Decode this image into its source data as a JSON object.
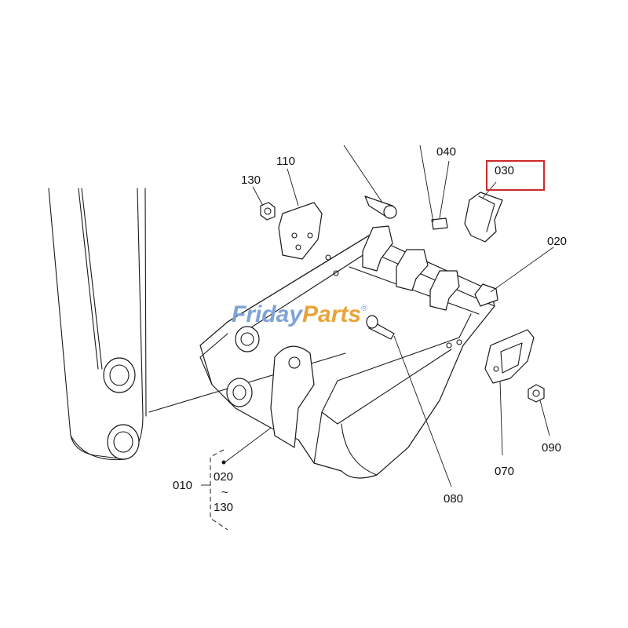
{
  "diagram": {
    "labels": {
      "p010": "010",
      "p020_top": "020",
      "p020_range": "020",
      "p030": "030",
      "p040": "040",
      "p070": "070",
      "p080": "080",
      "p090": "090",
      "p110": "110",
      "p130_top": "130",
      "p130_range": "130",
      "tilde": "~"
    },
    "highlight_color": "#cc2a2a",
    "highlighted_part": "030"
  },
  "watermark": {
    "text_a": "Friday",
    "text_b": "Parts",
    "mark": "®",
    "color_a": "#7fa3d6",
    "color_b": "#e8a33a"
  }
}
